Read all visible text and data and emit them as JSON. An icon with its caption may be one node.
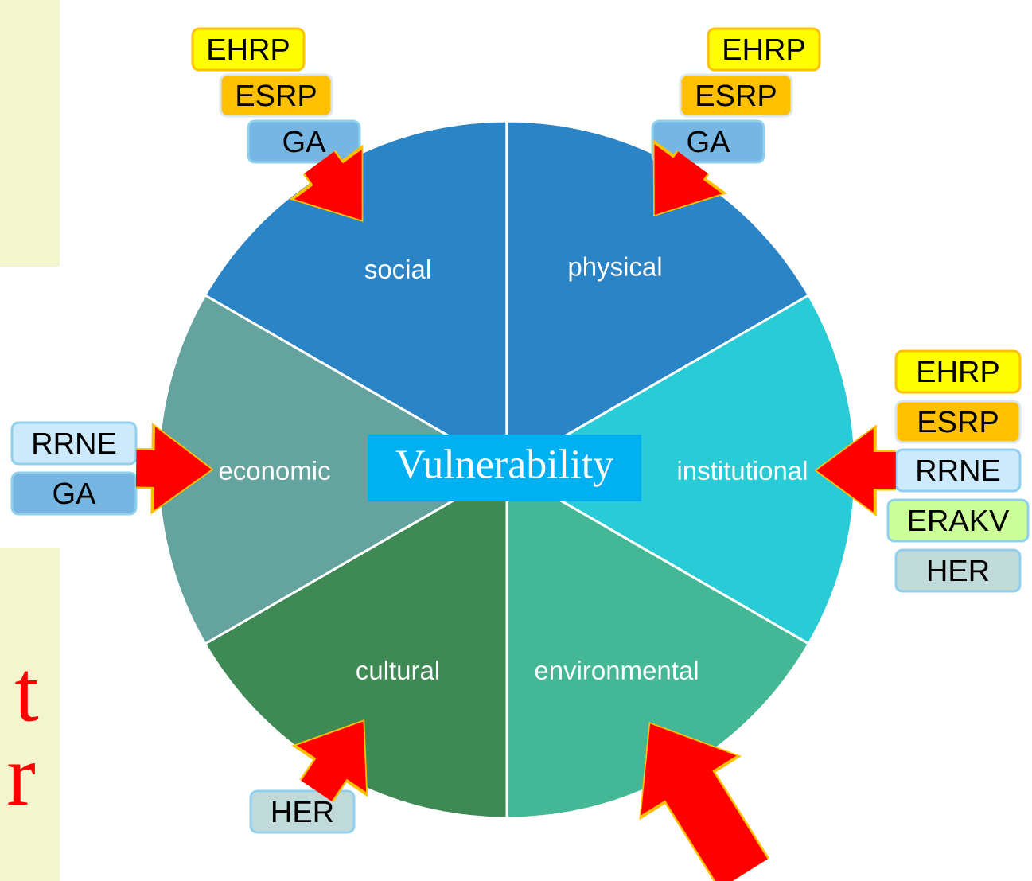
{
  "diagram": {
    "nodes": [
      {
        "text": [
          "Vulnerability"
        ]
      },
      {
        "text": [
          "social"
        ]
      },
      {
        "text": [
          "physical"
        ]
      },
      {
        "text": [
          "institutional"
        ]
      },
      {
        "text": [
          "environmental"
        ]
      },
      {
        "text": [
          "cultural"
        ]
      },
      {
        "text": [
          "economic"
        ]
      },
      {
        "text": [
          "EHRP"
        ]
      },
      {
        "text": [
          "ESRP"
        ]
      },
      {
        "text": [
          "GA"
        ]
      },
      {
        "text": [
          "EHRP"
        ]
      },
      {
        "text": [
          "ESRP"
        ]
      },
      {
        "text": [
          "GA"
        ]
      },
      {
        "text": [
          "EHRP"
        ]
      },
      {
        "text": [
          "ESRP"
        ]
      },
      {
        "text": [
          "RRNE"
        ]
      },
      {
        "text": [
          "ERAKV"
        ]
      },
      {
        "text": [
          "HER"
        ]
      },
      {
        "text": [
          "RRNE"
        ]
      },
      {
        "text": [
          "GA"
        ]
      },
      {
        "text": [
          "HER"
        ]
      }
    ],
    "edges": [
      {
        "from": 9,
        "to": 1,
        "arrow": "to"
      },
      {
        "from": 12,
        "to": 2,
        "arrow": "to"
      },
      {
        "from": 15,
        "to": 3,
        "arrow": "to"
      },
      {
        "from": null,
        "to": 4,
        "arrow": "to"
      },
      {
        "from": 20,
        "to": 5,
        "arrow": "to"
      },
      {
        "from": 18,
        "to": 6,
        "arrow": "to"
      },
      {
        "from": 19,
        "to": 6,
        "arrow": "to"
      }
    ],
    "labels": [
      "t",
      "r"
    ]
  }
}
